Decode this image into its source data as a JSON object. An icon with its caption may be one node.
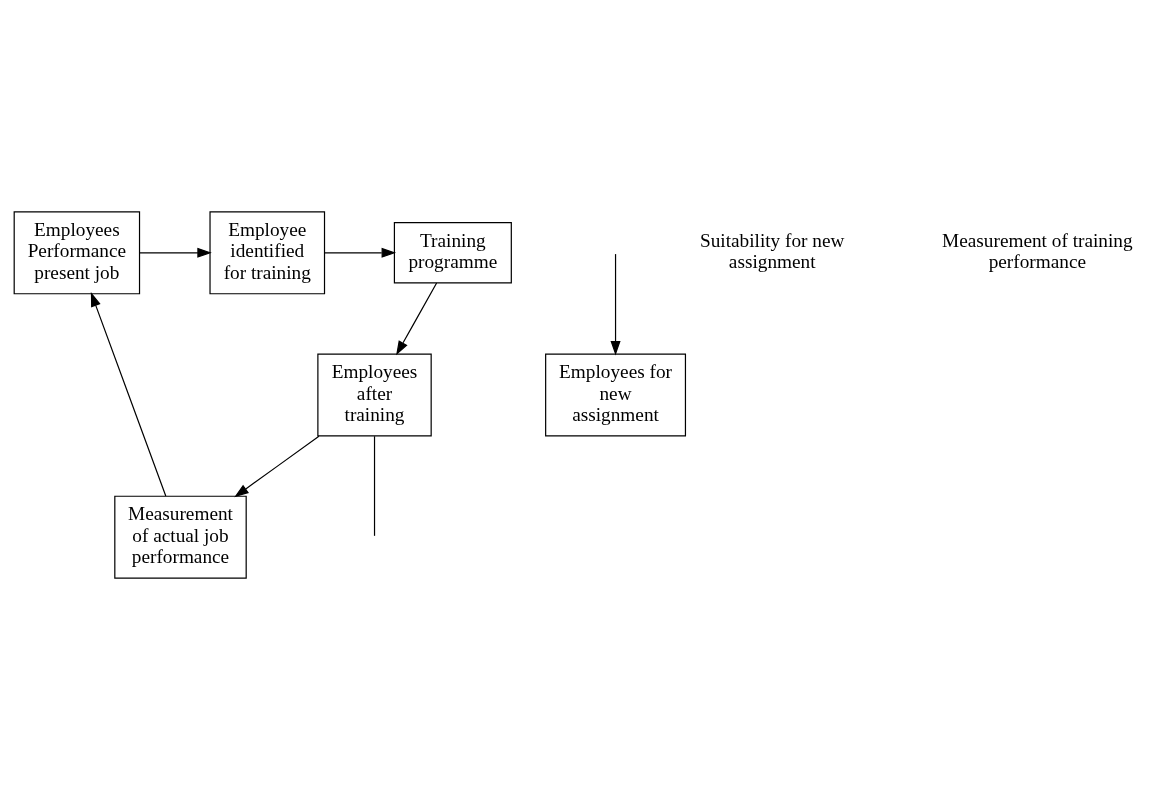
{
  "diagram": {
    "nodes": [
      {
        "text": [
          "Employees Performance present job"
        ]
      },
      {
        "text": [
          "Employee identified for training"
        ]
      },
      {
        "text": [
          "Training programme"
        ]
      },
      {
        "text": [
          "Measurement of actual job performance"
        ]
      },
      {
        "text": [
          "Employees after training"
        ]
      },
      {
        "text": [
          "Employees for new assignment"
        ]
      }
    ],
    "edges": [
      {
        "from": 0,
        "to": 1,
        "arrow": "to"
      },
      {
        "from": 1,
        "to": 2,
        "arrow": "to"
      },
      {
        "from": 2,
        "to": 4,
        "arrow": "to"
      },
      {
        "from": 4,
        "to": 3,
        "arrow": "to"
      },
      {
        "from": 3,
        "to": 0,
        "arrow": "to"
      },
      {
        "from": null,
        "to": 5,
        "arrow": "to"
      },
      {
        "from": 4,
        "to": null,
        "arrow": "none"
      }
    ],
    "labels": [
      "Suitability for new assignment",
      "Measurement of training performance"
    ]
  }
}
